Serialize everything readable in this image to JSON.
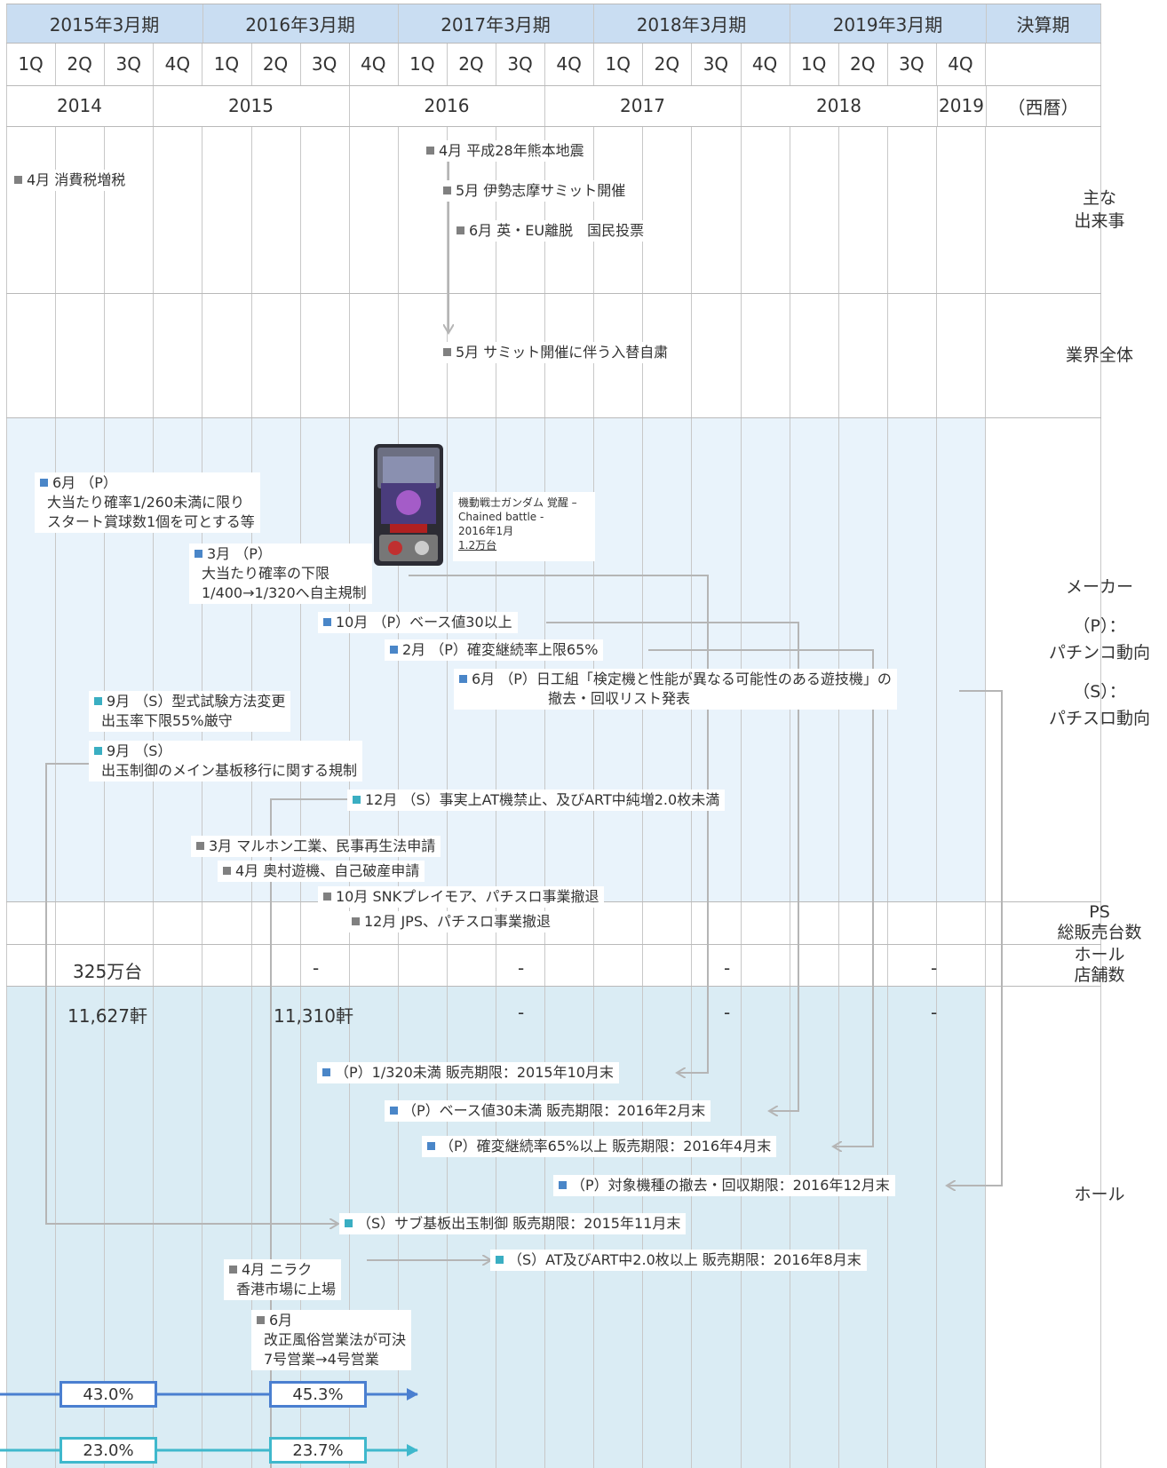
{
  "fiscal_header": {
    "periods": [
      "2015年3月期",
      "2016年3月期",
      "2017年3月期",
      "2018年3月期",
      "2019年3月期"
    ],
    "label": "決算期"
  },
  "quarters": [
    "1Q",
    "2Q",
    "3Q",
    "4Q",
    "1Q",
    "2Q",
    "3Q",
    "4Q",
    "1Q",
    "2Q",
    "3Q",
    "4Q",
    "1Q",
    "2Q",
    "3Q",
    "4Q",
    "1Q",
    "2Q",
    "3Q",
    "4Q"
  ],
  "calendar": {
    "years": [
      "2014",
      "2015",
      "2016",
      "2017",
      "2018",
      "2019"
    ],
    "label": "（西暦）"
  },
  "categories": {
    "events": [
      "主な",
      "出来事"
    ],
    "industry": "業界全体",
    "maker": [
      "メーカー",
      "（P）：",
      "パチンコ動向",
      "（S）：",
      "パチスロ動向"
    ],
    "ps": [
      "PS",
      "総販売台数"
    ],
    "hall_count": [
      "ホール",
      "店舗数"
    ],
    "hall": "ホール"
  },
  "events": [
    {
      "text": "4月 消費税増税",
      "color": "gray"
    },
    {
      "text": "4月 平成28年熊本地震",
      "color": "gray"
    },
    {
      "text": "5月 伊勢志摩サミット開催",
      "color": "gray"
    },
    {
      "text": "6月 英・EU離脱　国民投票",
      "color": "gray"
    }
  ],
  "industry": [
    {
      "text": "5月 サミット開催に伴う入替自粛",
      "color": "gray"
    }
  ],
  "machine": {
    "lines": [
      "機動戦士ガンダム 覚醒 –",
      "Chained battle -",
      "2016年1月",
      "1.2万台"
    ]
  },
  "maker_notes": [
    {
      "lines": [
        "6月 （P）",
        "大当たり確率1/260未満に限り",
        "スタート賞球数1個を可とする等"
      ],
      "color": "blue"
    },
    {
      "lines": [
        "3月 （P）",
        "大当たり確率の下限",
        "1/400→1/320へ自主規制"
      ],
      "color": "blue"
    },
    {
      "lines": [
        "10月 （P）ベース値30以上"
      ],
      "color": "blue"
    },
    {
      "lines": [
        "2月 （P）確変継続率上限65%"
      ],
      "color": "blue"
    },
    {
      "lines": [
        "6月 （P）日工組「検定機と性能が異なる可能性のある遊技機」の",
        "撤去・回収リスト発表"
      ],
      "color": "blue"
    },
    {
      "lines": [
        "9月 （S）型式試験方法変更",
        "出玉率下限55%厳守"
      ],
      "color": "teal"
    },
    {
      "lines": [
        "9月 （S）",
        "出玉制御のメイン基板移行に関する規制"
      ],
      "color": "teal"
    },
    {
      "lines": [
        "12月 （S）事実上AT機禁止、及びART中純増2.0枚未満"
      ],
      "color": "teal"
    },
    {
      "lines": [
        "3月 マルホン工業、民事再生法申請"
      ],
      "color": "gray"
    },
    {
      "lines": [
        "4月 奥村遊機、自己破産申請"
      ],
      "color": "gray"
    },
    {
      "lines": [
        "10月 SNKプレイモア、パチスロ事業撤退"
      ],
      "color": "gray"
    },
    {
      "lines": [
        "12月 JPS、パチスロ事業撤退"
      ],
      "color": "gray"
    }
  ],
  "ps_sales": [
    "325万台",
    "-",
    "-",
    "-",
    "-"
  ],
  "hall_counts": [
    "11,627軒",
    "11,310軒",
    "-",
    "-",
    "-"
  ],
  "hall_notes": [
    {
      "lines": [
        "（P）1/320未満 販売期限：2015年10月末"
      ],
      "color": "blue"
    },
    {
      "lines": [
        "（P）ベース値30未満 販売期限：2016年2月末"
      ],
      "color": "blue"
    },
    {
      "lines": [
        "（P）確変継続率65%以上 販売期限：2016年4月末"
      ],
      "color": "blue"
    },
    {
      "lines": [
        "（P）対象機種の撤去・回収期限：2016年12月末"
      ],
      "color": "blue"
    },
    {
      "lines": [
        "（S）サブ基板出玉制御 販売期限：2015年11月末"
      ],
      "color": "teal"
    },
    {
      "lines": [
        "（S）AT及びART中2.0枚以上 販売期限：2016年8月末"
      ],
      "color": "teal"
    },
    {
      "lines": [
        "4月 ニラク",
        "香港市場に上場"
      ],
      "color": "gray"
    },
    {
      "lines": [
        "6月",
        "改正風俗営業法が可決",
        "7号営業→4号営業"
      ],
      "color": "gray"
    }
  ],
  "ratios": {
    "row1": [
      "43.0%",
      "45.3%"
    ],
    "row2": [
      "23.0%",
      "23.7%"
    ]
  },
  "colors": {
    "header_bg": "#c9ddf2",
    "maker_bg": "#e9f3fb",
    "hall_bg": "#daecf4",
    "blue_square": "#4a86c8",
    "teal_square": "#3aaec2",
    "gray_square": "#808080",
    "ratio_blue": "#4a7fd0",
    "ratio_teal": "#3fb8cc"
  }
}
